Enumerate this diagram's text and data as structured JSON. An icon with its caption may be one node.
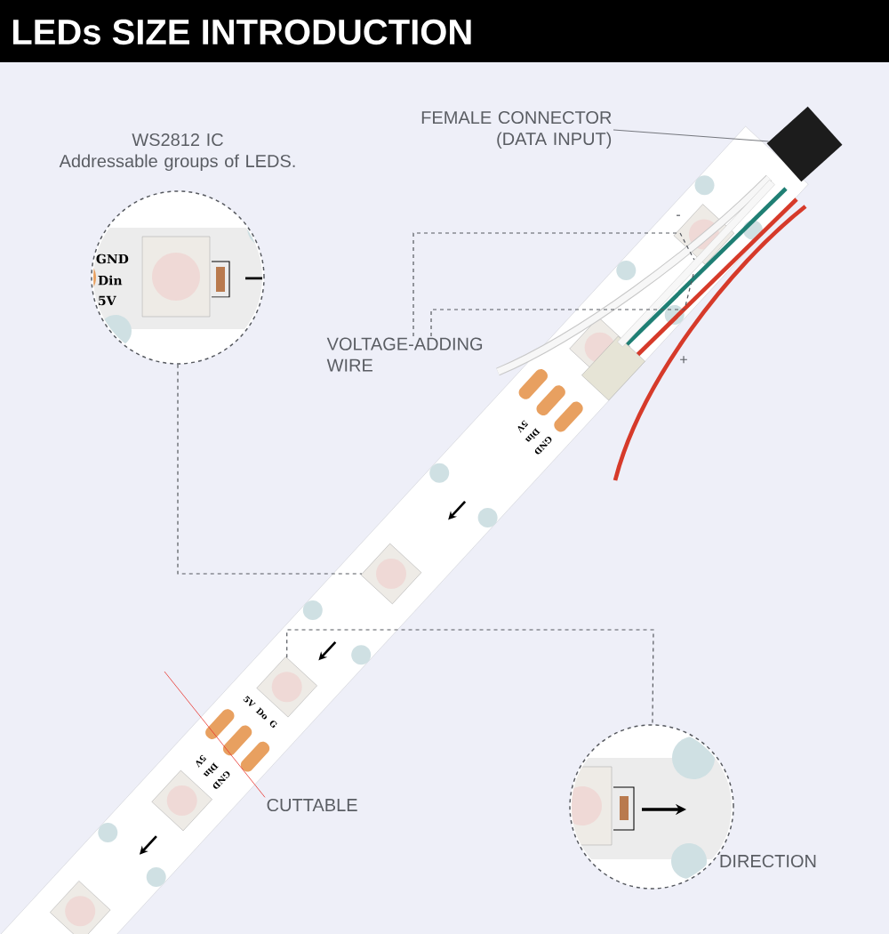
{
  "diagram": {
    "title": "LEDs SIZE INTRODUCTION",
    "nodes": [
      {
        "text": [
          "FEMALE CONNECTOR (DATA INPUT)"
        ]
      },
      {
        "text": [],
        "shape": "picture"
      },
      {
        "text": [
          "WS2812 IC",
          "Addressable groups of LEDS."
        ]
      },
      {
        "text": [],
        "shape": "circle"
      },
      {
        "text": [],
        "shape": "picture"
      },
      {
        "text": [
          "VOLTAGE-ADDING WIRE"
        ]
      },
      {
        "text": [],
        "shape": "picture"
      },
      {
        "text": [],
        "shape": "picture"
      },
      {
        "text": [
          "CUTTABLE"
        ]
      },
      {
        "text": [],
        "shape": "circle"
      }
    ],
    "edges": [
      {
        "from": 0,
        "to": 1,
        "arrow": "none"
      },
      {
        "from": 3,
        "to": 6,
        "arrow": "none",
        "style": "dashed"
      },
      {
        "from": 5,
        "to": 4,
        "arrow": "none",
        "style": "dashed"
      },
      {
        "from": 5,
        "to": 4,
        "arrow": "none",
        "style": "dashed"
      },
      {
        "from": 8,
        "to": null,
        "arrow": "none",
        "color": "#e8322b"
      },
      {
        "from": 7,
        "to": 9,
        "arrow": "none",
        "style": "dashed"
      }
    ],
    "labels": [
      "-",
      "GND",
      "Din",
      "5V",
      "+",
      "5V",
      "Din",
      "GND",
      "5V",
      "Do",
      "G",
      "5V",
      "Din",
      "GND",
      "DIRECTION"
    ]
  }
}
